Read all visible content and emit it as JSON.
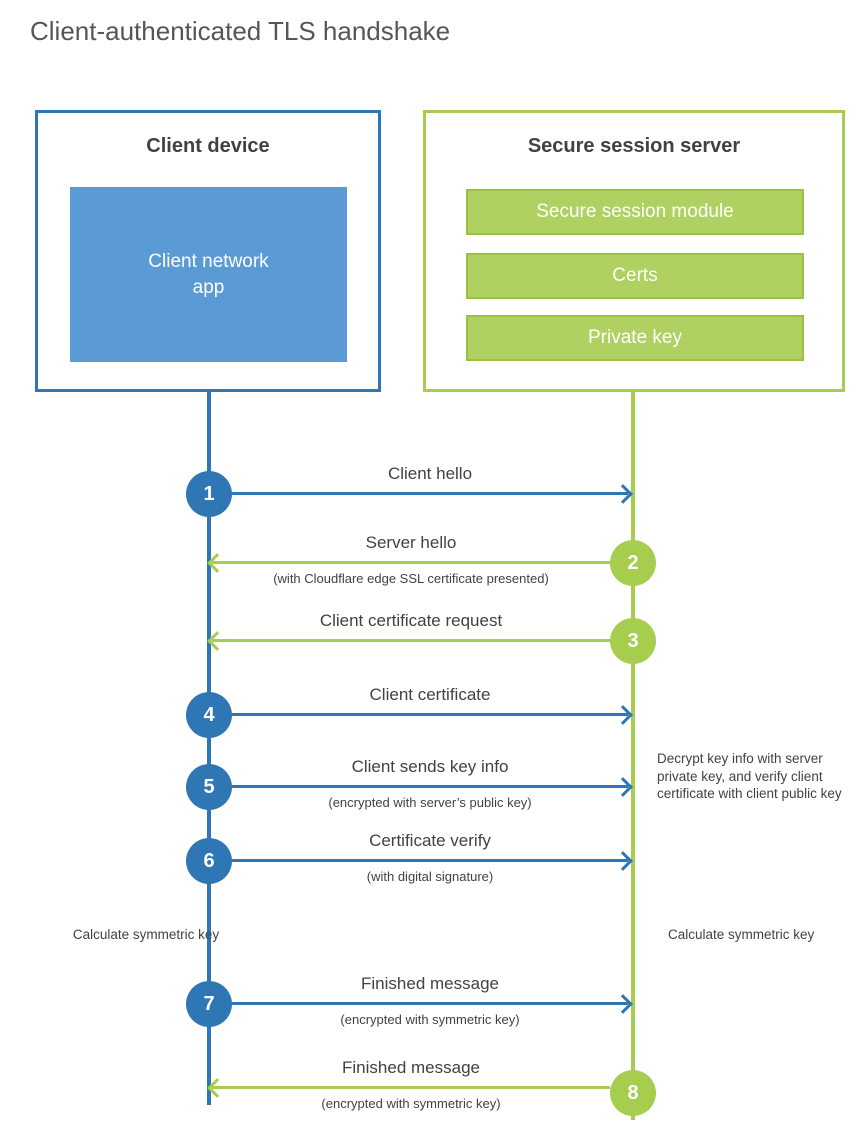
{
  "title": "Client-authenticated TLS handshake",
  "colors": {
    "blue": "#2f76b5",
    "blue_fill": "#5b9bd5",
    "green": "#a6cd4e",
    "green_fill": "#aed161",
    "green_border": "#9cc13e"
  },
  "client": {
    "title": "Client device",
    "app_label": "Client network app"
  },
  "server": {
    "title": "Secure session server",
    "modules": [
      "Secure session module",
      "Certs",
      "Private key"
    ]
  },
  "steps": [
    {
      "num": "1",
      "label": "Client hello",
      "sub": ""
    },
    {
      "num": "2",
      "label": "Server hello",
      "sub": "(with Cloudflare edge SSL certificate presented)"
    },
    {
      "num": "3",
      "label": "Client certificate request",
      "sub": ""
    },
    {
      "num": "4",
      "label": "Client certificate",
      "sub": ""
    },
    {
      "num": "5",
      "label": "Client sends key info",
      "sub": "(encrypted with server’s public key)"
    },
    {
      "num": "6",
      "label": "Certificate verify",
      "sub": "(with digital signature)"
    },
    {
      "num": "7",
      "label": "Finished message",
      "sub": "(encrypted with symmetric key)"
    },
    {
      "num": "8",
      "label": "Finished message",
      "sub": "(encrypted with symmetric key)"
    }
  ],
  "notes": {
    "decrypt": "Decrypt key info with server private key, and verify client certificate with client public key",
    "calc_client": "Calculate symmetric key",
    "calc_server": "Calculate symmetric key"
  }
}
